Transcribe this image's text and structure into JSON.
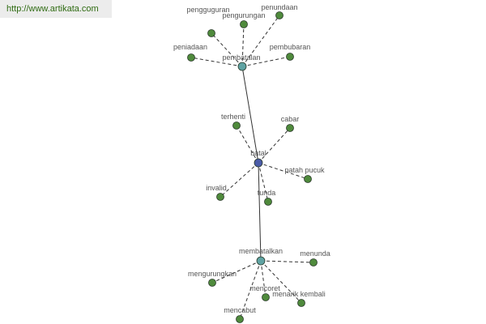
{
  "watermark": "http://www.artikata.com",
  "colors": {
    "hub_center": "#4a5ba8",
    "hub_secondary": "#5fa3a3",
    "leaf": "#4f8a3c",
    "edge": "#333333",
    "label": "#555555"
  },
  "nodes": [
    {
      "id": "batal",
      "label": "batal",
      "kind": "center"
    },
    {
      "id": "pembatalan",
      "label": "pembatalan",
      "kind": "hub"
    },
    {
      "id": "membatalkan",
      "label": "membatalkan",
      "kind": "hub"
    },
    {
      "id": "pengguguran",
      "label": "pengguguran",
      "kind": "leaf"
    },
    {
      "id": "pengurungan",
      "label": "pengurungan",
      "kind": "leaf"
    },
    {
      "id": "penundaan",
      "label": "penundaan",
      "kind": "leaf"
    },
    {
      "id": "peniadaan",
      "label": "peniadaan",
      "kind": "leaf"
    },
    {
      "id": "pembubaran",
      "label": "pembubaran",
      "kind": "leaf"
    },
    {
      "id": "terhenti",
      "label": "terhenti",
      "kind": "leaf"
    },
    {
      "id": "cabar",
      "label": "cabar",
      "kind": "leaf"
    },
    {
      "id": "patah-pucuk",
      "label": "patah pucuk",
      "kind": "leaf"
    },
    {
      "id": "invalid",
      "label": "invalid",
      "kind": "leaf"
    },
    {
      "id": "tunda",
      "label": "tunda",
      "kind": "leaf"
    },
    {
      "id": "menunda",
      "label": "menunda",
      "kind": "leaf"
    },
    {
      "id": "mengurungkan",
      "label": "mengurungkan",
      "kind": "leaf"
    },
    {
      "id": "mencoret",
      "label": "mencoret",
      "kind": "leaf"
    },
    {
      "id": "menarik-kembali",
      "label": "menarik kembali",
      "kind": "leaf"
    },
    {
      "id": "mencabut",
      "label": "mencabut",
      "kind": "leaf"
    }
  ],
  "edges": [
    {
      "from": "batal",
      "to": "pembatalan",
      "style": "solid"
    },
    {
      "from": "batal",
      "to": "membatalkan",
      "style": "solid"
    },
    {
      "from": "pembatalan",
      "to": "pengguguran",
      "style": "dashed"
    },
    {
      "from": "pembatalan",
      "to": "pengurungan",
      "style": "dashed"
    },
    {
      "from": "pembatalan",
      "to": "penundaan",
      "style": "dashed"
    },
    {
      "from": "pembatalan",
      "to": "peniadaan",
      "style": "dashed"
    },
    {
      "from": "pembatalan",
      "to": "pembubaran",
      "style": "dashed"
    },
    {
      "from": "batal",
      "to": "terhenti",
      "style": "dashed"
    },
    {
      "from": "batal",
      "to": "cabar",
      "style": "dashed"
    },
    {
      "from": "batal",
      "to": "patah-pucuk",
      "style": "dashed"
    },
    {
      "from": "batal",
      "to": "invalid",
      "style": "dashed"
    },
    {
      "from": "batal",
      "to": "tunda",
      "style": "dashed"
    },
    {
      "from": "membatalkan",
      "to": "menunda",
      "style": "dashed"
    },
    {
      "from": "membatalkan",
      "to": "mengurungkan",
      "style": "dashed"
    },
    {
      "from": "membatalkan",
      "to": "mencoret",
      "style": "dashed"
    },
    {
      "from": "membatalkan",
      "to": "menarik-kembali",
      "style": "dashed"
    },
    {
      "from": "membatalkan",
      "to": "mencabut",
      "style": "dashed"
    }
  ]
}
